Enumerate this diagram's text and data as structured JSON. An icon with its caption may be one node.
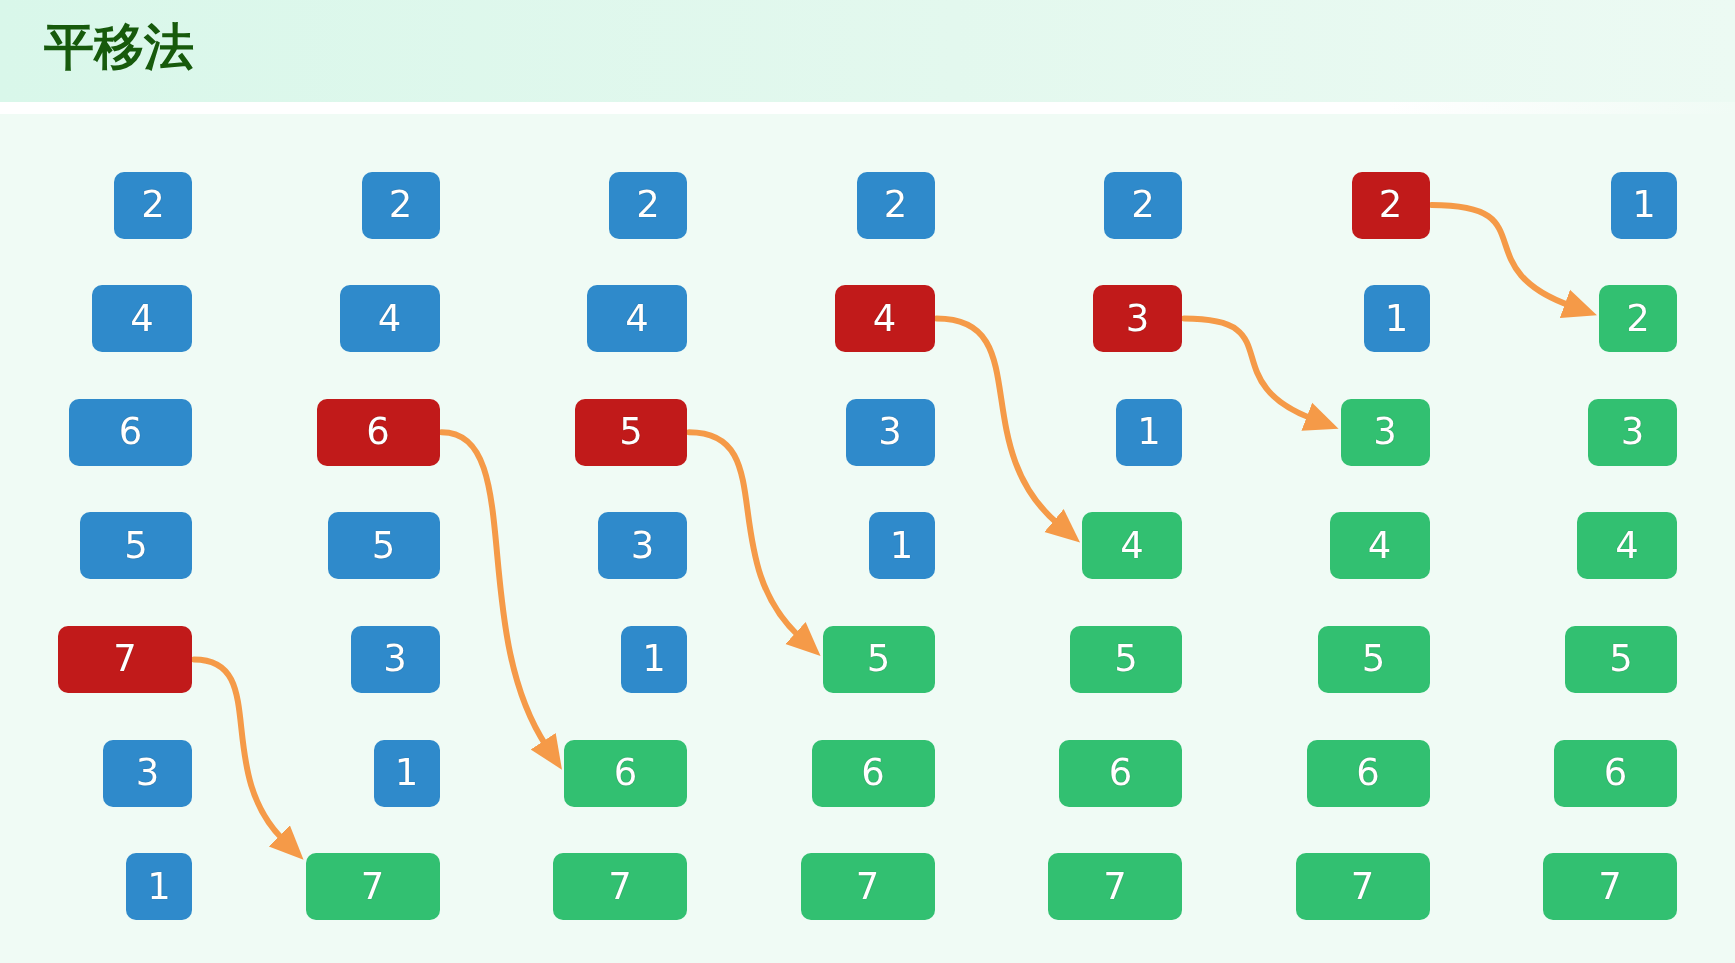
{
  "diagram": {
    "title": "平移法",
    "nodes": [
      {
        "text": [
          "2"
        ]
      },
      {
        "text": [
          "2"
        ]
      },
      {
        "text": [
          "2"
        ]
      },
      {
        "text": [
          "2"
        ]
      },
      {
        "text": [
          "2"
        ]
      },
      {
        "text": [
          "2"
        ]
      },
      {
        "text": [
          "1"
        ]
      },
      {
        "text": [
          "4"
        ]
      },
      {
        "text": [
          "4"
        ]
      },
      {
        "text": [
          "4"
        ]
      },
      {
        "text": [
          "4"
        ]
      },
      {
        "text": [
          "3"
        ]
      },
      {
        "text": [
          "1"
        ]
      },
      {
        "text": [
          "2"
        ]
      },
      {
        "text": [
          "6"
        ]
      },
      {
        "text": [
          "6"
        ]
      },
      {
        "text": [
          "5"
        ]
      },
      {
        "text": [
          "3"
        ]
      },
      {
        "text": [
          "1"
        ]
      },
      {
        "text": [
          "3"
        ]
      },
      {
        "text": [
          "3"
        ]
      },
      {
        "text": [
          "5"
        ]
      },
      {
        "text": [
          "5"
        ]
      },
      {
        "text": [
          "3"
        ]
      },
      {
        "text": [
          "1"
        ]
      },
      {
        "text": [
          "4"
        ]
      },
      {
        "text": [
          "4"
        ]
      },
      {
        "text": [
          "4"
        ]
      },
      {
        "text": [
          "7"
        ]
      },
      {
        "text": [
          "3"
        ]
      },
      {
        "text": [
          "1"
        ]
      },
      {
        "text": [
          "5"
        ]
      },
      {
        "text": [
          "5"
        ]
      },
      {
        "text": [
          "5"
        ]
      },
      {
        "text": [
          "5"
        ]
      },
      {
        "text": [
          "3"
        ]
      },
      {
        "text": [
          "1"
        ]
      },
      {
        "text": [
          "6"
        ]
      },
      {
        "text": [
          "6"
        ]
      },
      {
        "text": [
          "6"
        ]
      },
      {
        "text": [
          "6"
        ]
      },
      {
        "text": [
          "6"
        ]
      },
      {
        "text": [
          "1"
        ]
      },
      {
        "text": [
          "7"
        ]
      },
      {
        "text": [
          "7"
        ]
      },
      {
        "text": [
          "7"
        ]
      },
      {
        "text": [
          "7"
        ]
      },
      {
        "text": [
          "7"
        ]
      },
      {
        "text": [
          "7"
        ]
      }
    ],
    "edges": [
      {
        "from": 28,
        "to": 43,
        "arrow": "to"
      },
      {
        "from": 15,
        "to": 37,
        "arrow": "to"
      },
      {
        "from": 16,
        "to": 31,
        "arrow": "to"
      },
      {
        "from": 10,
        "to": 25,
        "arrow": "to"
      },
      {
        "from": 11,
        "to": 19,
        "arrow": "to"
      },
      {
        "from": 5,
        "to": 13,
        "arrow": "to"
      }
    ]
  }
}
